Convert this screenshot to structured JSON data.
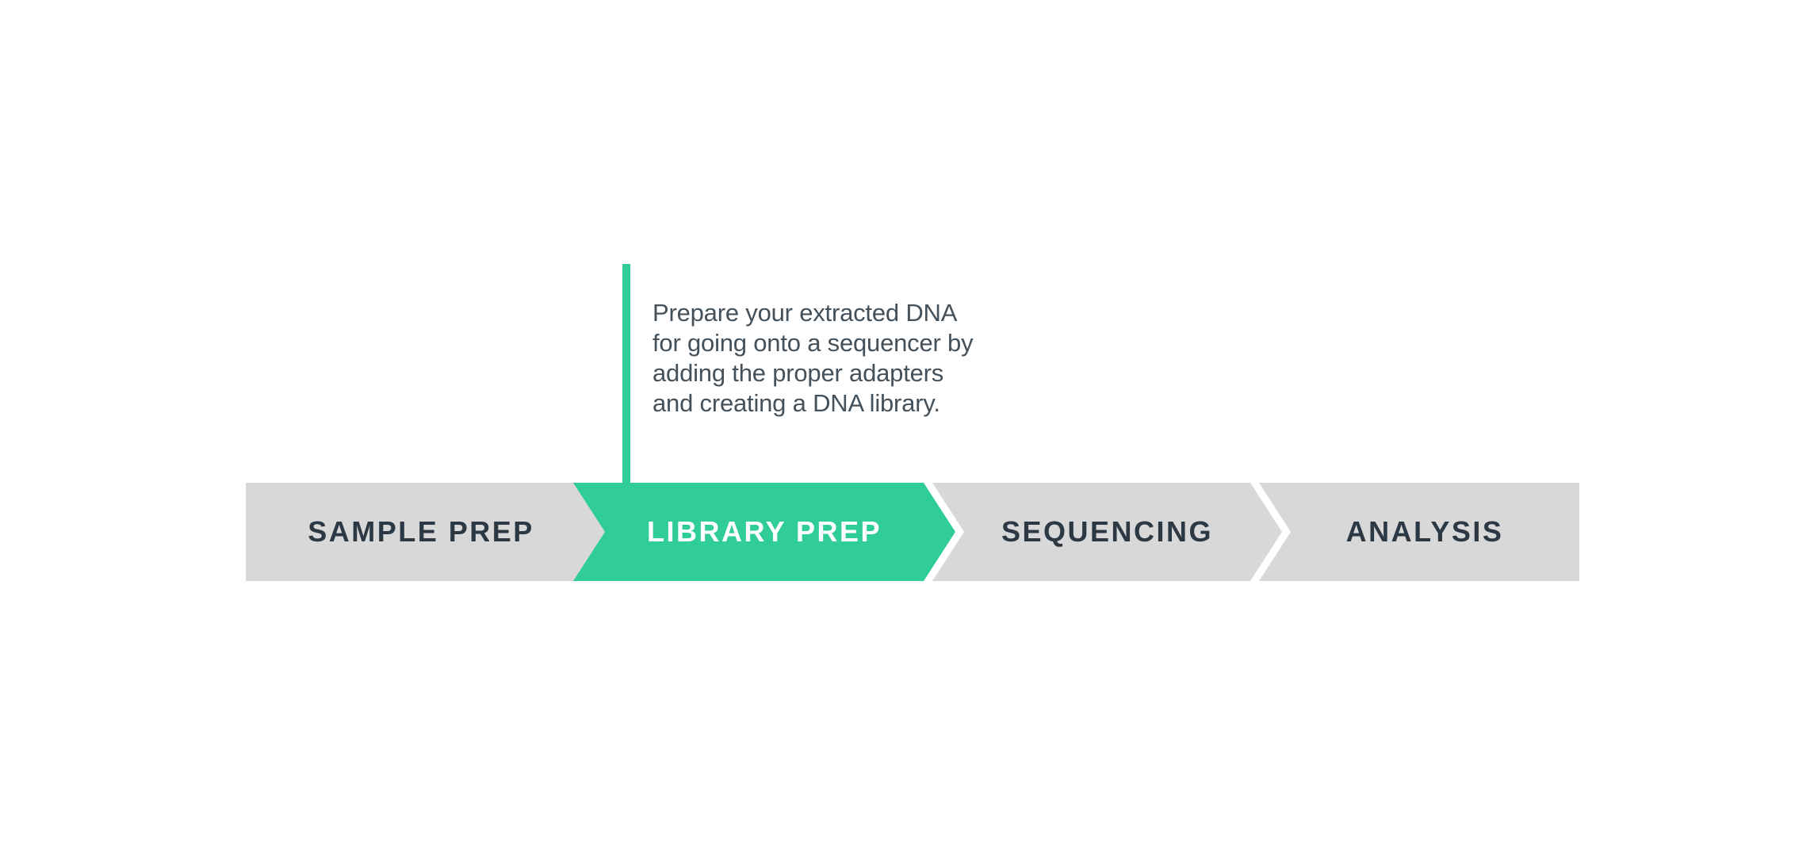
{
  "diagram": {
    "title_semantic": "dna-sequencing-workflow",
    "palette": {
      "accent_green": "#30cd9a",
      "step_gray": "#d8d8d8",
      "label_dark": "#2c3945",
      "callout_text": "#44505a",
      "background": "#ffffff",
      "active_label": "#ffffff"
    },
    "callout": {
      "lines": [
        "Prepare your extracted DNA",
        "for going onto a sequencer by",
        "adding the proper adapters",
        "and creating a DNA library."
      ],
      "full_text": "Prepare your extracted DNA for going onto a sequencer by adding the proper adapters and creating a DNA library.",
      "points_to_step": "LIBRARY PREP"
    },
    "steps": [
      {
        "label": "SAMPLE PREP",
        "active": false
      },
      {
        "label": "LIBRARY PREP",
        "active": true
      },
      {
        "label": "SEQUENCING",
        "active": false
      },
      {
        "label": "ANALYSIS",
        "active": false
      }
    ]
  }
}
